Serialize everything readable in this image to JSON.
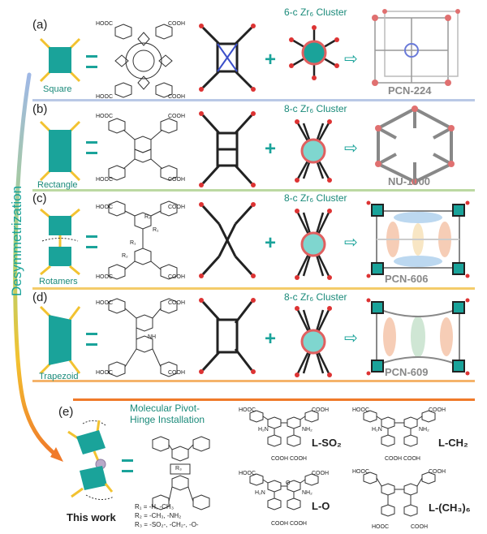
{
  "side_label": "Desymmetrization",
  "panels": {
    "a": {
      "label": "(a)",
      "shape": "Square",
      "cluster": "6-c Zr₆ Cluster",
      "mof": "PCN-224"
    },
    "b": {
      "label": "(b)",
      "shape": "Rectangle",
      "cluster": "8-c Zr₆ Cluster",
      "mof": "NU-1000"
    },
    "c": {
      "label": "(c)",
      "shape": "Rotamers",
      "cluster": "8-c Zr₆ Cluster",
      "mof": "PCN-606"
    },
    "d": {
      "label": "(d)",
      "shape": "Trapezoid",
      "cluster": "8-c Zr₆ Cluster",
      "mof": "PCN-609"
    },
    "e": {
      "label": "(e)",
      "title_line1": "Molecular Pivot-",
      "title_line2": "Hinge Installation",
      "bottom": "This work",
      "r1": "R₁ = -H, -CH₃",
      "r2": "R₂ = -CH₃, -NH₂",
      "r3": "R₃ = -SO₂-, -CH₂-, -O-",
      "linkers": [
        "L-SO₂",
        "L-CH₂",
        "L-O",
        "L-(CH₃)₆"
      ]
    }
  },
  "chem_text": {
    "cooh": "COOH",
    "hooc": "HOOC",
    "nh": "NH",
    "h2n": "H₂N",
    "nh2": "NH₂",
    "r1": "R₁",
    "r2": "R₂",
    "r3": "R₃",
    "o": "O"
  },
  "colors": {
    "teal": "#1aa39a",
    "teal_text": "#1a8a7a",
    "yellow": "#f2c230",
    "sep_a": "#b9c8e6",
    "sep_b": "#bcd9a2",
    "sep_c": "#f4cc6a",
    "sep_d": "#f4b36a",
    "sep_e": "#f07a2a",
    "arrow_top": "#9fb8e6",
    "arrow_mid": "#9fd07a",
    "arrow_bot": "#f07a2a"
  }
}
